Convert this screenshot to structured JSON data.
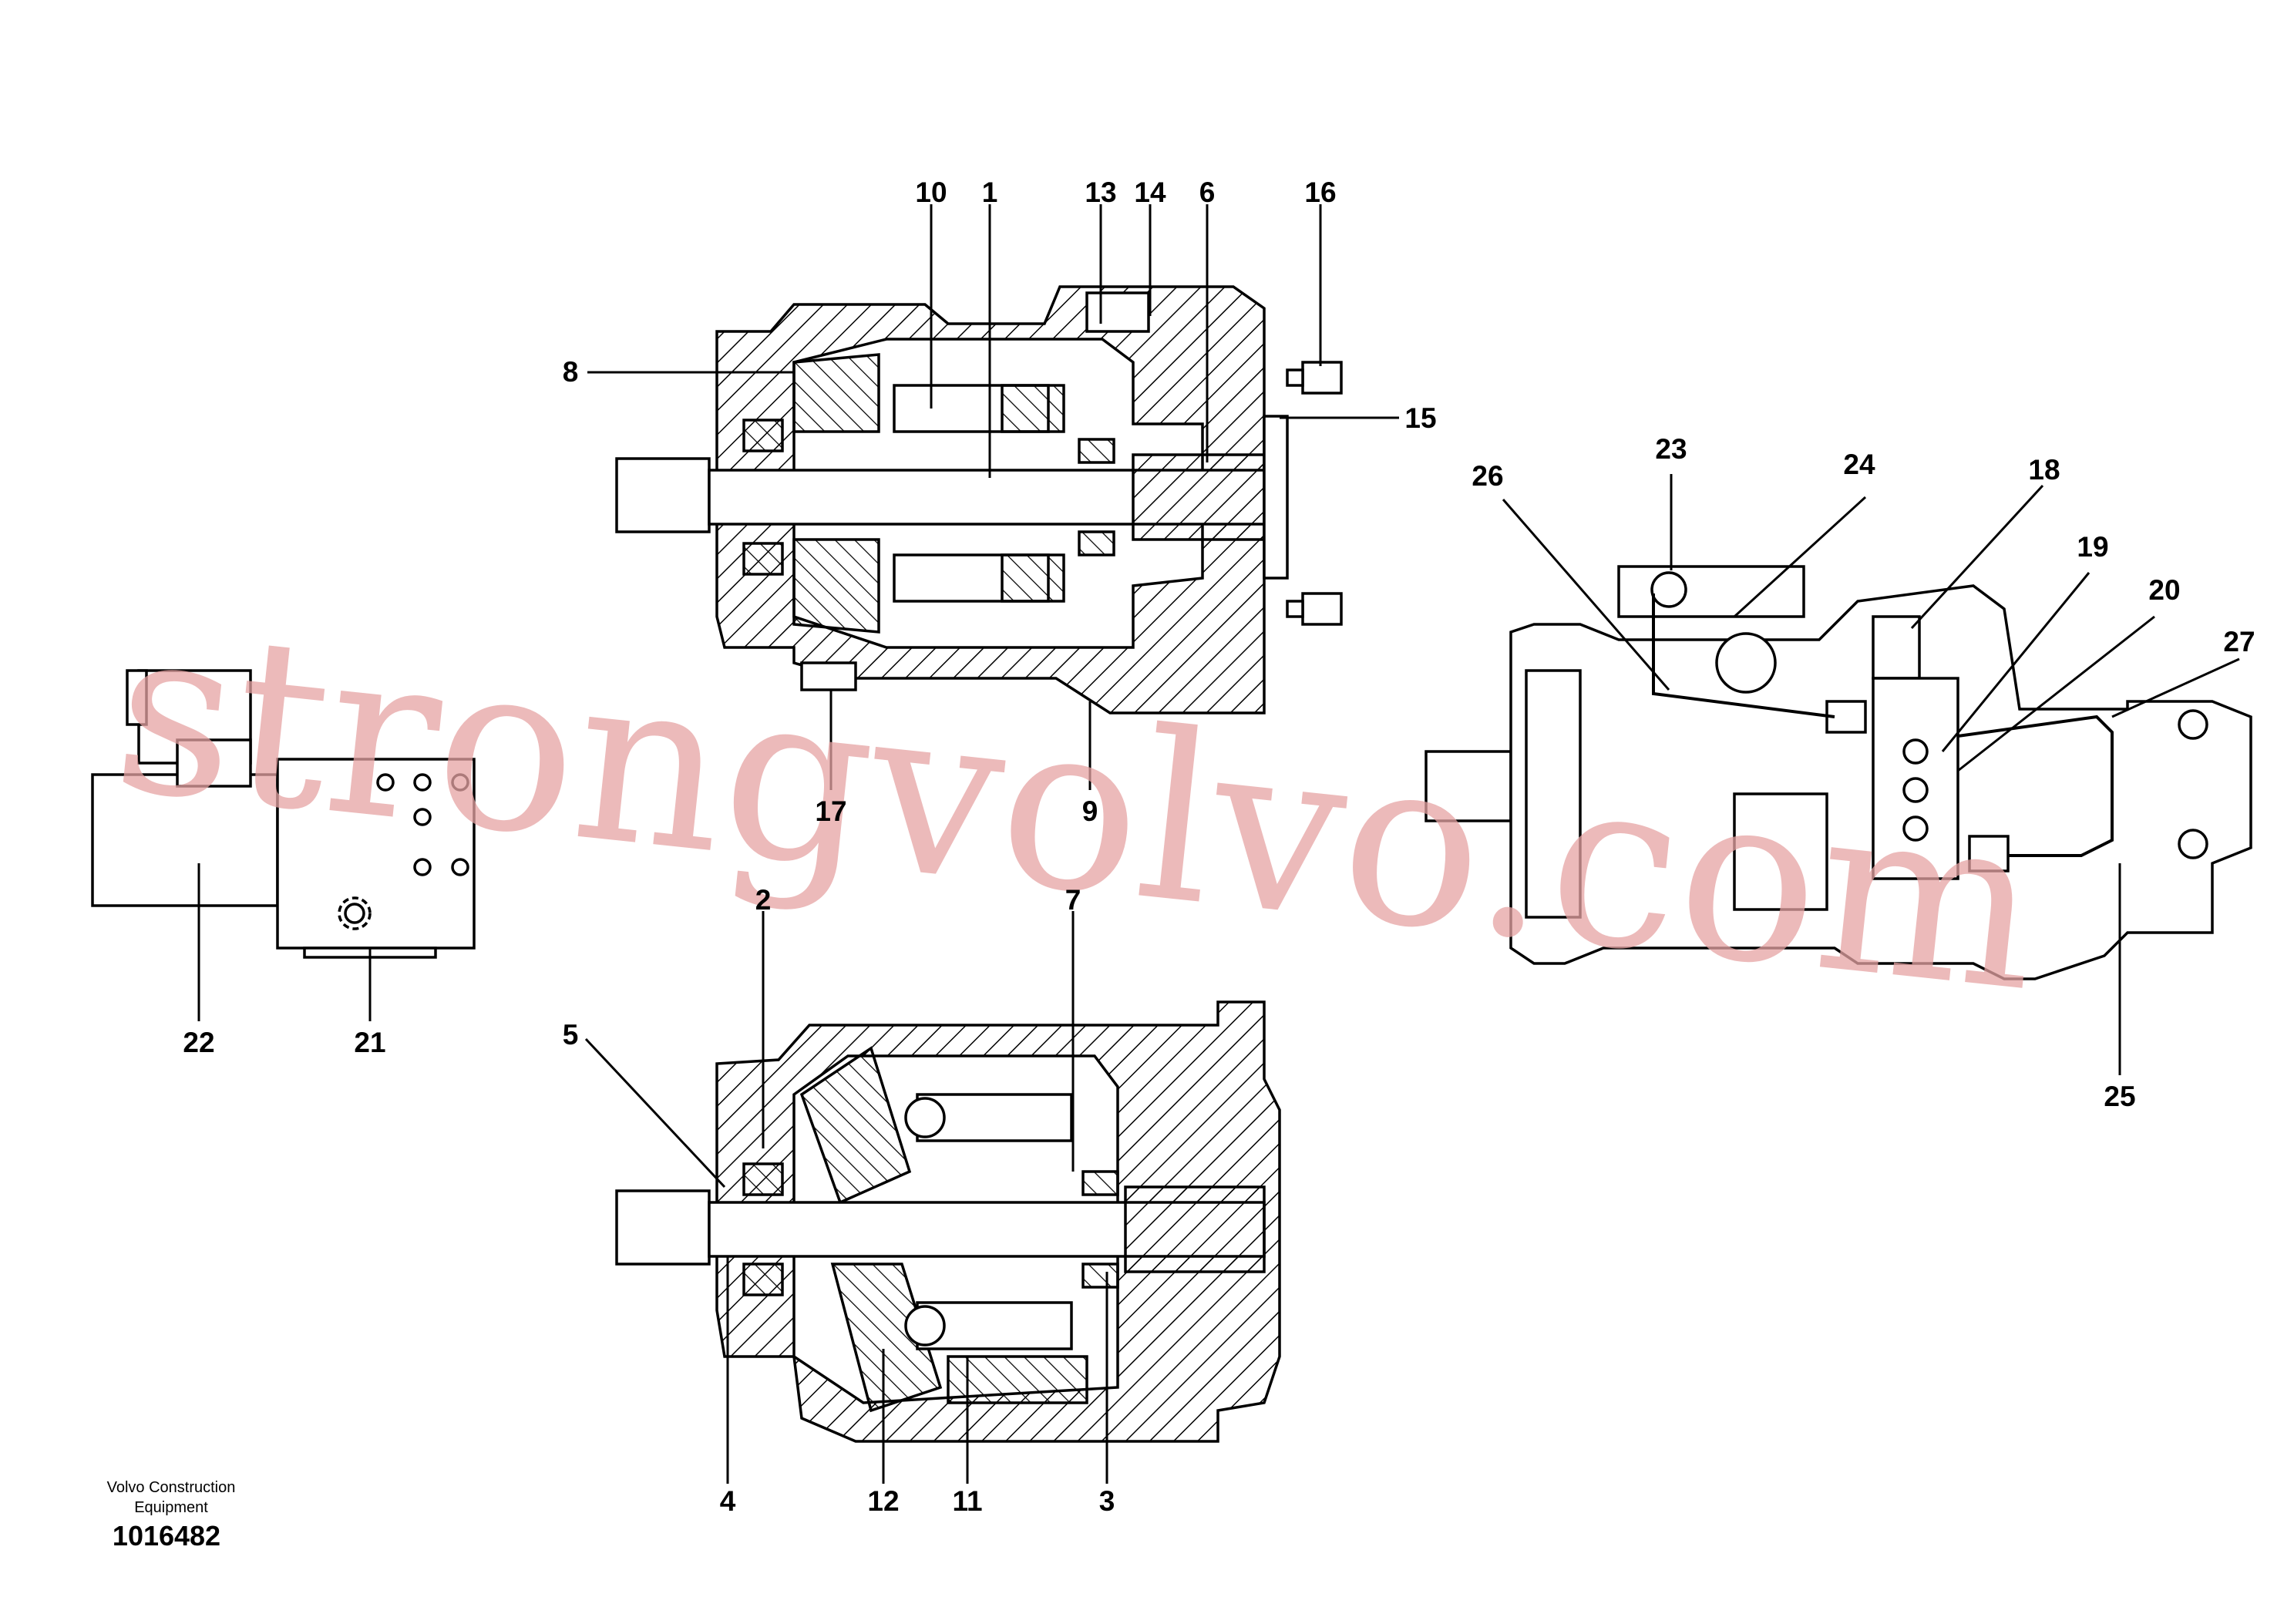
{
  "watermark": "strongvolvo.com",
  "footer": {
    "maker_line1": "Volvo Construction",
    "maker_line2": "Equipment",
    "drawing_number": "1016482"
  },
  "callouts": {
    "c1": "1",
    "c2": "2",
    "c3": "3",
    "c4": "4",
    "c5": "5",
    "c6": "6",
    "c7": "7",
    "c8": "8",
    "c9": "9",
    "c10": "10",
    "c11": "11",
    "c12": "12",
    "c13": "13",
    "c14": "14",
    "c15": "15",
    "c16": "16",
    "c17": "17",
    "c18": "18",
    "c19": "19",
    "c20": "20",
    "c21": "21",
    "c22": "22",
    "c23": "23",
    "c24": "24",
    "c25": "25",
    "c26": "26",
    "c27": "27"
  }
}
